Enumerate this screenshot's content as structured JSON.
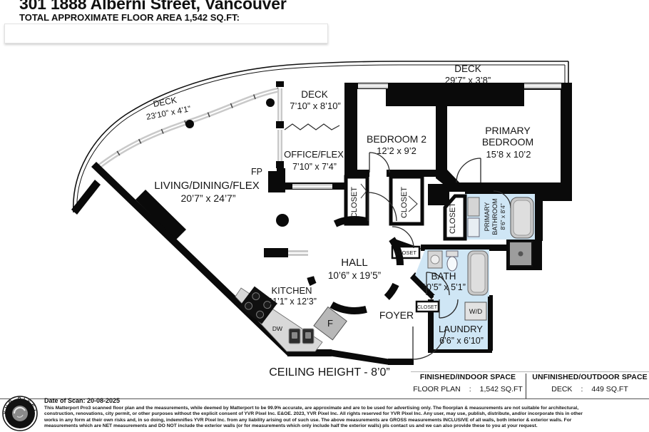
{
  "header": {
    "title": "301 1888 Alberni Street, Vancouver",
    "subtitle": "TOTAL APPROXIMATE FLOOR AREA 1,542 SQ.FT:"
  },
  "plan": {
    "deck_top": {
      "name": "DECK",
      "dims": "29’7” x 3’8”"
    },
    "deck_left": {
      "name": "DECK",
      "dims": "23’10” x 4’1”"
    },
    "deck_mid": {
      "name": "DECK",
      "dims": "7’10” x 8’10”"
    },
    "office": {
      "name": "OFFICE/FLEX",
      "dims": "7’10” x 7’4”"
    },
    "bedroom2": {
      "name": "BEDROOM 2",
      "dims": "12’2 x 9’2"
    },
    "primary": {
      "line1": "PRIMARY",
      "line2": "BEDROOM",
      "dims": "15’8 x 10’2"
    },
    "living": {
      "name": "LIVING/DINING/FLEX",
      "dims": "20’7” x 24’7”"
    },
    "hall": {
      "name": "HALL",
      "dims": "10’6” x 19’5”"
    },
    "kitchen": {
      "name": "KITCHEN",
      "dims": "11’1” x 12’3”"
    },
    "bath": {
      "name": "BATH",
      "dims": "10’5” x 5’1”"
    },
    "primary_bath": {
      "line1": "PRIMARY",
      "line2": "BATHROOM",
      "dims": "8’6” x 8’4”"
    },
    "laundry": {
      "name": "LAUNDRY",
      "dims": "6’6” x 6’10”"
    },
    "foyer": "FOYER",
    "closet": "CLOSET",
    "fp": "FP",
    "fridge": "F",
    "dw": "DW",
    "wd": "W/D",
    "ceiling": "CEILING HEIGHT - 8’0”"
  },
  "summary": {
    "indoor": {
      "header": "FINISHED/INDOOR SPACE",
      "label": "FLOOR PLAN",
      "colon": ":",
      "value": "1,542 SQ.FT"
    },
    "outdoor": {
      "header": "UNFINISHED/OUTDOOR SPACE",
      "label": "DECK",
      "colon": ":",
      "value": "449 SQ.FT"
    }
  },
  "footer": {
    "logo": "YVR PIXEL",
    "date": "Date of Scan: 20-08-2025",
    "d1": "This Matterport Pro3 scanned floor plan and the measurements, while deemed by Matterport to be 99.9% accurate, are approximate and are to be used for advertising only. The floorplan & measurements are not suitable for architectural,",
    "d2": "construction, renovations, city permit, or other purposes without the explicit consent of YVR Pixel Inc. E&OE. 2023, YVR Pixel Inc. All rights reserved for YVR Pixel Inc. Any user, may use, publish, distribute, and/or incorporate this in other",
    "d3": "works in any form at their own risks and, in so doing, indemnifies YVR Pixel Inc. from any liability arising out of such use. The above measurements are GROSS measurements INCLUSIVE of all walls, both interior & exterior walls. For",
    "d4": "measurements which are NET measurements and DO NOT include the exterior walls (or for measurements which only include half the exterior walls) pls contact us and we can also provide these to you at your request."
  },
  "colors": {
    "wall": "#0a0a0a",
    "bath_fill": "#cfe6f5",
    "glass": "#c9c9c9",
    "fixture": "#d8d8d8"
  }
}
